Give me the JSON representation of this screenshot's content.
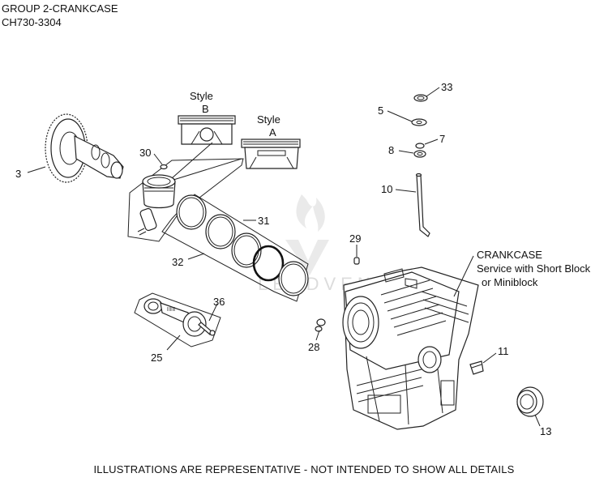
{
  "header": {
    "group": "GROUP 2-CRANKCASE",
    "model": "CH730-3304"
  },
  "styles": {
    "b_title": "Style",
    "b_letter": "B",
    "a_title": "Style",
    "a_letter": "A"
  },
  "crankcase_note": {
    "line1": "CRANKCASE",
    "line2": "Service with Short Block",
    "line3": "or Miniblock"
  },
  "callouts": {
    "c3": "3",
    "c5": "5",
    "c7": "7",
    "c8": "8",
    "c10": "10",
    "c11": "11",
    "c13": "13",
    "c25": "25",
    "c28": "28",
    "c29": "29",
    "c30": "30",
    "c31": "31",
    "c32": "32",
    "c33": "33",
    "c36": "36"
  },
  "watermark": {
    "text": "LEADVENTURE"
  },
  "footer": {
    "note": "ILLUSTRATIONS ARE REPRESENTATIVE - NOT INTENDED TO SHOW ALL DETAILS"
  }
}
